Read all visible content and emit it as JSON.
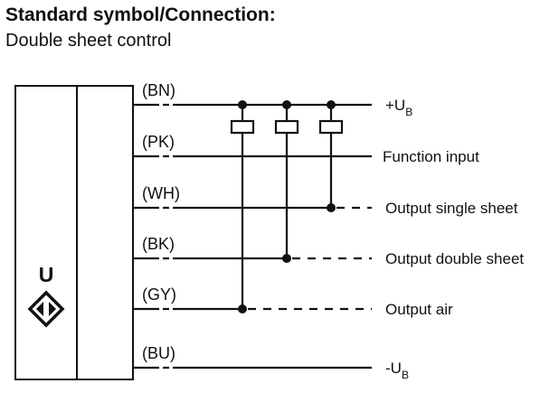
{
  "header": {
    "title": "Standard symbol/Connection:",
    "subtitle": "Double sheet control"
  },
  "device": {
    "symbol": "U",
    "sensor_icon": "ultrasonic-sensor-icon"
  },
  "wires": [
    {
      "code": "(BN)",
      "label": "+U",
      "label_sub": "B"
    },
    {
      "code": "(PK)",
      "label": "Function input",
      "label_sub": ""
    },
    {
      "code": "(WH)",
      "label": "Output single sheet",
      "label_sub": ""
    },
    {
      "code": "(BK)",
      "label": "Output double sheet",
      "label_sub": ""
    },
    {
      "code": "(GY)",
      "label": "Output air",
      "label_sub": ""
    },
    {
      "code": "(BU)",
      "label": "-U",
      "label_sub": "B"
    }
  ],
  "colors": {
    "line": "#111111",
    "background": "#ffffff"
  }
}
